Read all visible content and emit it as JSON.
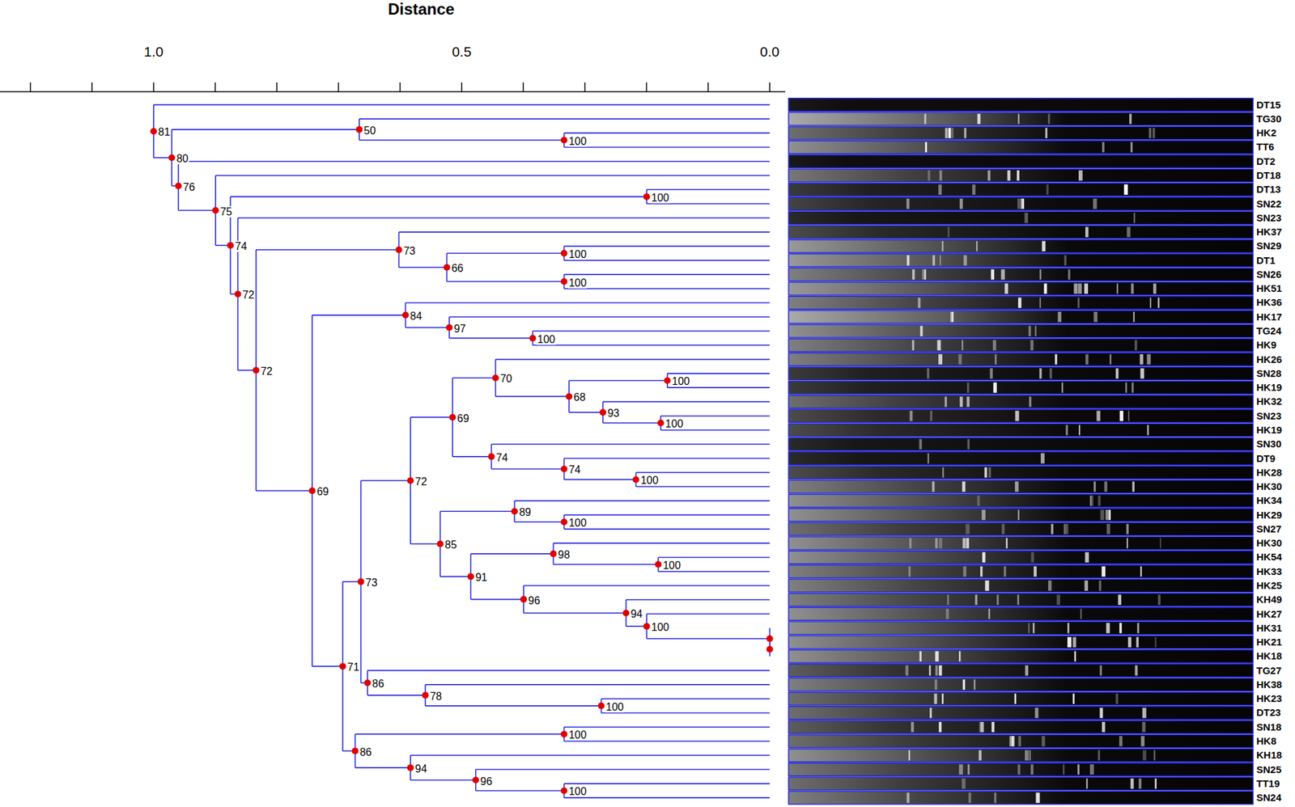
{
  "diagram": {
    "labels": [
      "Distance",
      "1.0",
      "0.5",
      "0.0",
      "50",
      "81",
      "100",
      "80",
      "76",
      "100",
      "75",
      "74",
      "73",
      "100",
      "66",
      "100",
      "72",
      "84",
      "97",
      "100",
      "72",
      "70",
      "100",
      "68",
      "93",
      "69",
      "100",
      "74",
      "74",
      "100",
      "72",
      "69",
      "89",
      "100",
      "85",
      "98",
      "100",
      "91",
      "73",
      "96",
      "94",
      "100",
      "71",
      "86",
      "78",
      "100",
      "100",
      "86",
      "94",
      "96",
      "100",
      "DT15",
      "TG30",
      "HK2",
      "TT6",
      "DT2",
      "DT18",
      "DT13",
      "SN22",
      "SN23",
      "HK37",
      "SN29",
      "DT1",
      "SN26",
      "HK51",
      "HK36",
      "HK17",
      "TG24",
      "HK9",
      "HK26",
      "SN28",
      "HK19",
      "HK32",
      "SN23",
      "HK19",
      "SN30",
      "DT9",
      "HK28",
      "HK30",
      "HK34",
      "HK29",
      "SN27",
      "HK30",
      "HK54",
      "HK33",
      "HK25",
      "KH49",
      "HK27",
      "HK31",
      "HK21",
      "HK18",
      "TG27",
      "HK38",
      "HK23",
      "DT23",
      "SN18",
      "HK8",
      "KH18",
      "SN25",
      "TT19",
      "SN24"
    ]
  }
}
